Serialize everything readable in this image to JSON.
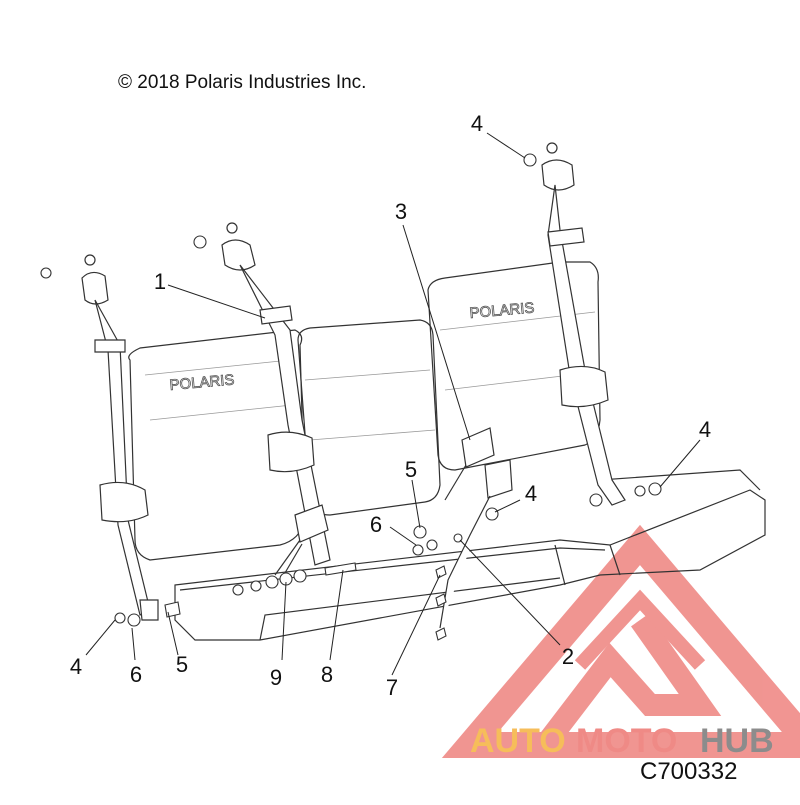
{
  "copyright": "© 2018 Polaris Industries Inc.",
  "diagram_code": "C700332",
  "seat_logo": "POLARIS",
  "watermark": {
    "part1": "AUTO",
    "part2": "MOTO",
    "part3": "HUB",
    "colors": {
      "orange": "#f6bd5a",
      "red": "#ef8a86",
      "gray": "#8c8c8c"
    }
  },
  "callouts": {
    "c1": "1",
    "c2": "2",
    "c3": "3",
    "c4a": "4",
    "c4b": "4",
    "c4c": "4",
    "c4d": "4",
    "c5a": "5",
    "c5b": "5",
    "c6a": "6",
    "c6b": "6",
    "c7": "7",
    "c8": "8",
    "c9": "9"
  }
}
